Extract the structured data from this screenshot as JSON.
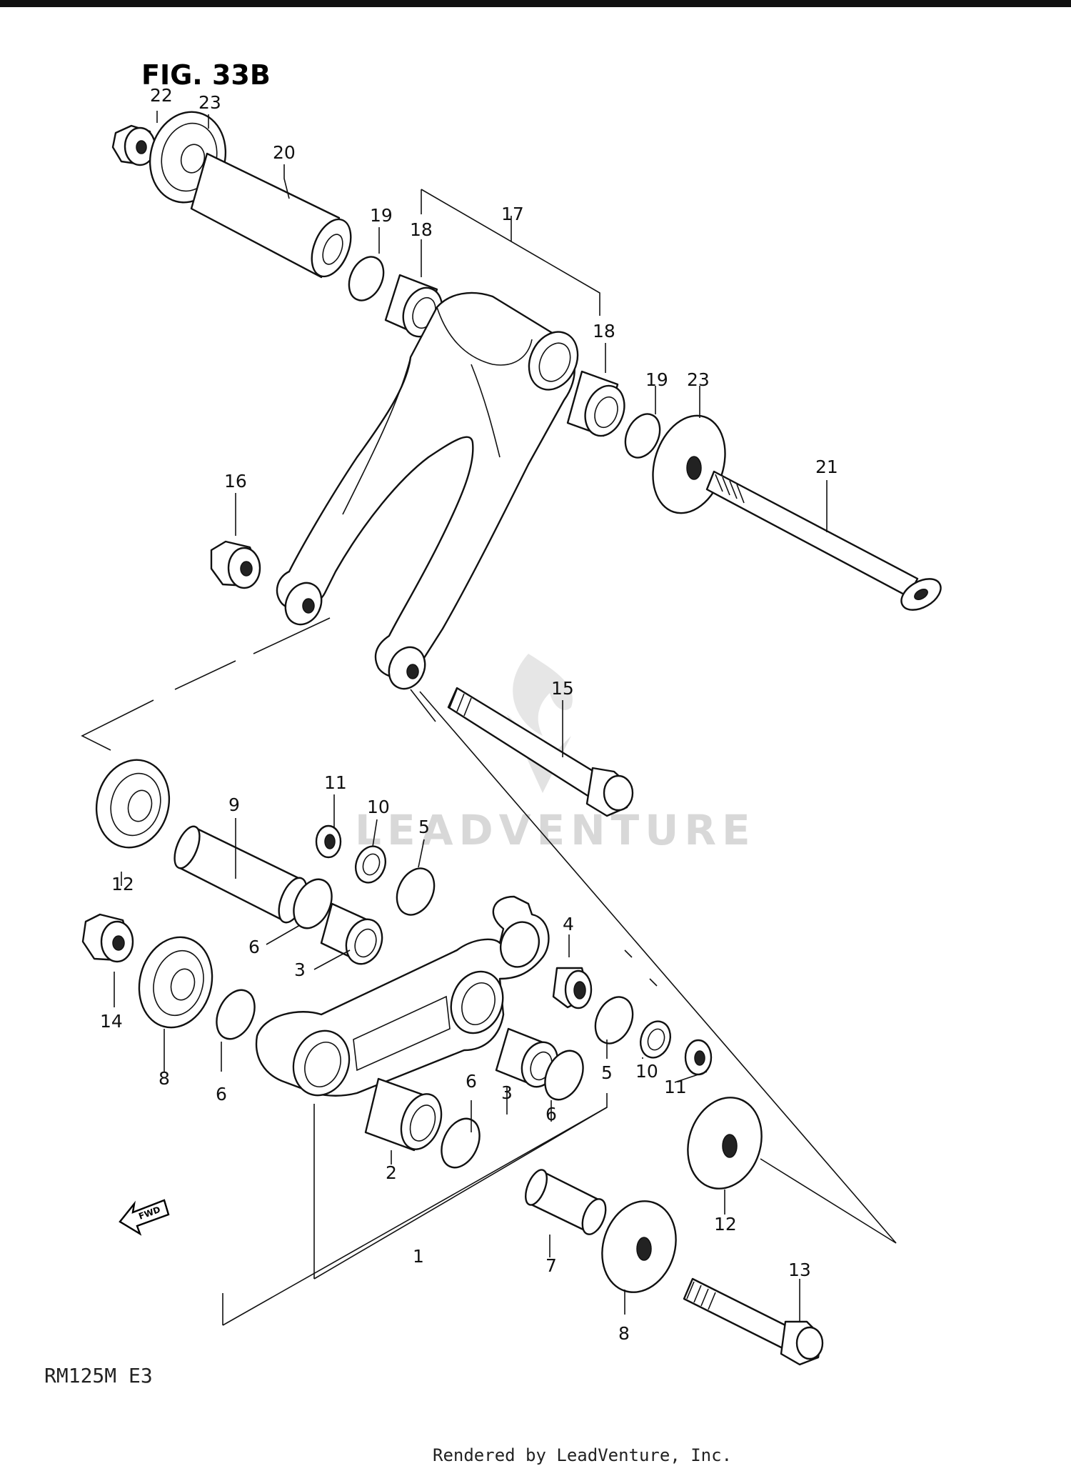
{
  "figure": {
    "title": "FIG. 33B",
    "model": "RM125M  E3"
  },
  "footer": {
    "text": "Rendered by LeadVenture, Inc."
  },
  "watermark": {
    "text": "LEADVENTURE"
  },
  "fwd_arrow": {
    "label": "FWD",
    "icon": "fwd-arrow-icon"
  },
  "callouts": {
    "c1": "1",
    "c2": "2",
    "c3a": "3",
    "c3b": "3",
    "c4": "4",
    "c5a": "5",
    "c5b": "5",
    "c6a": "6",
    "c6b": "6",
    "c6c": "6",
    "c6d": "6",
    "c7": "7",
    "c8a": "8",
    "c8b": "8",
    "c9": "9",
    "c10a": "10",
    "c10b": "10",
    "c11a": "11",
    "c11b": "11",
    "c12a": "12",
    "c12b": "12",
    "c13": "13",
    "c14": "14",
    "c15": "15",
    "c16": "16",
    "c17": "17",
    "c18a": "18",
    "c18b": "18",
    "c19a": "19",
    "c19b": "19",
    "c20": "20",
    "c21": "21",
    "c22": "22",
    "c23a": "23",
    "c23b": "23"
  }
}
